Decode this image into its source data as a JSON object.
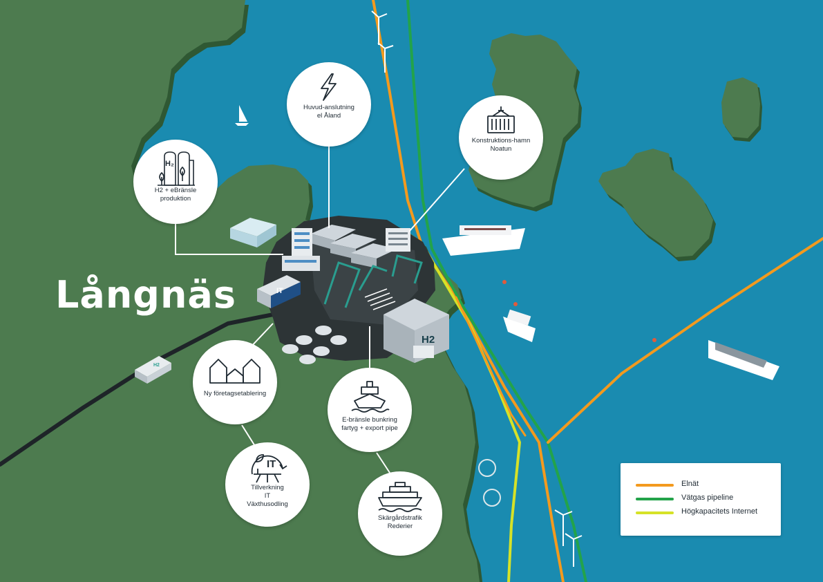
{
  "map": {
    "place_name": "Långnäs",
    "colors": {
      "sea": "#1a8bb0",
      "land": "#4d7b4f",
      "land_edge": "#2f5833",
      "industrial_zone": "#2d3436",
      "grid_line": "#f39a1e",
      "hydrogen_line": "#23a34a",
      "internet_line": "#d6e227",
      "road": "#1e2428"
    },
    "nodes": [
      {
        "id": "power",
        "icon": "lightning-icon",
        "lines": [
          "Huvud-anslutning",
          "el Åland"
        ]
      },
      {
        "id": "port",
        "icon": "container-crane-icon",
        "lines": [
          "Konstruktions-hamn",
          "Noatun"
        ]
      },
      {
        "id": "h2",
        "icon": "h2-tank-icon",
        "lines": [
          "H2 + eBränsle",
          "produktion"
        ]
      },
      {
        "id": "business",
        "icon": "houses-icon",
        "lines": [
          "Ny företagsetablering"
        ]
      },
      {
        "id": "bunkering",
        "icon": "ship-icon",
        "lines": [
          "E-bränsle bunkring",
          "fartyg + export pipe"
        ]
      },
      {
        "id": "it",
        "icon": "it-greenhouse-icon",
        "lines": [
          "Tillverkning",
          "IT",
          "Växthusodling"
        ]
      },
      {
        "id": "ferry",
        "icon": "ferry-icon",
        "lines": [
          "Skärgårdstrafik",
          "Rederier"
        ]
      }
    ],
    "labels": {
      "factory_sign": "H2",
      "building_sign": "IT",
      "truck_sign": "H2"
    }
  },
  "legend": {
    "items": [
      {
        "label": "Elnät",
        "color": "#f39a1e"
      },
      {
        "label": "Vätgas pipeline",
        "color": "#23a34a"
      },
      {
        "label": "Högkapacitets Internet",
        "color": "#d6e227"
      }
    ]
  }
}
